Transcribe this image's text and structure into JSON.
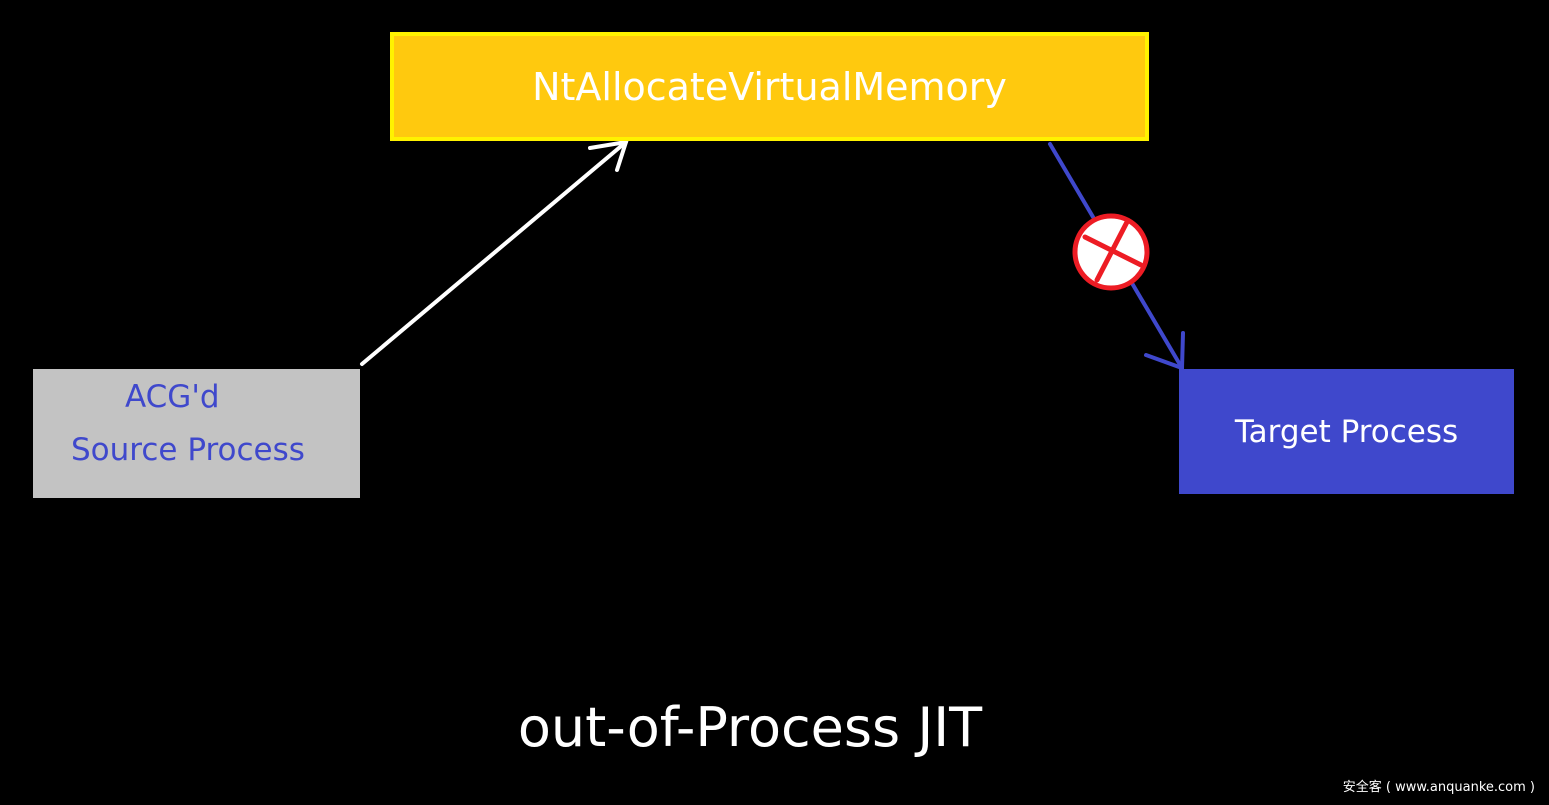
{
  "diagram": {
    "api_call": "NtAllocateVirtualMemory",
    "source_process": {
      "line1": "ACG'd",
      "line2": "Source Process"
    },
    "target_process": "Target Process",
    "title": "out-of-Process JIT",
    "watermark": "安全客 ( www.anquanke.com )",
    "colors": {
      "api_fill": "#FFC90E",
      "api_border": "#FFF200",
      "source_fill": "#C3C3C3",
      "blue": "#3F48CC",
      "blocked": "#ED1C24"
    }
  }
}
